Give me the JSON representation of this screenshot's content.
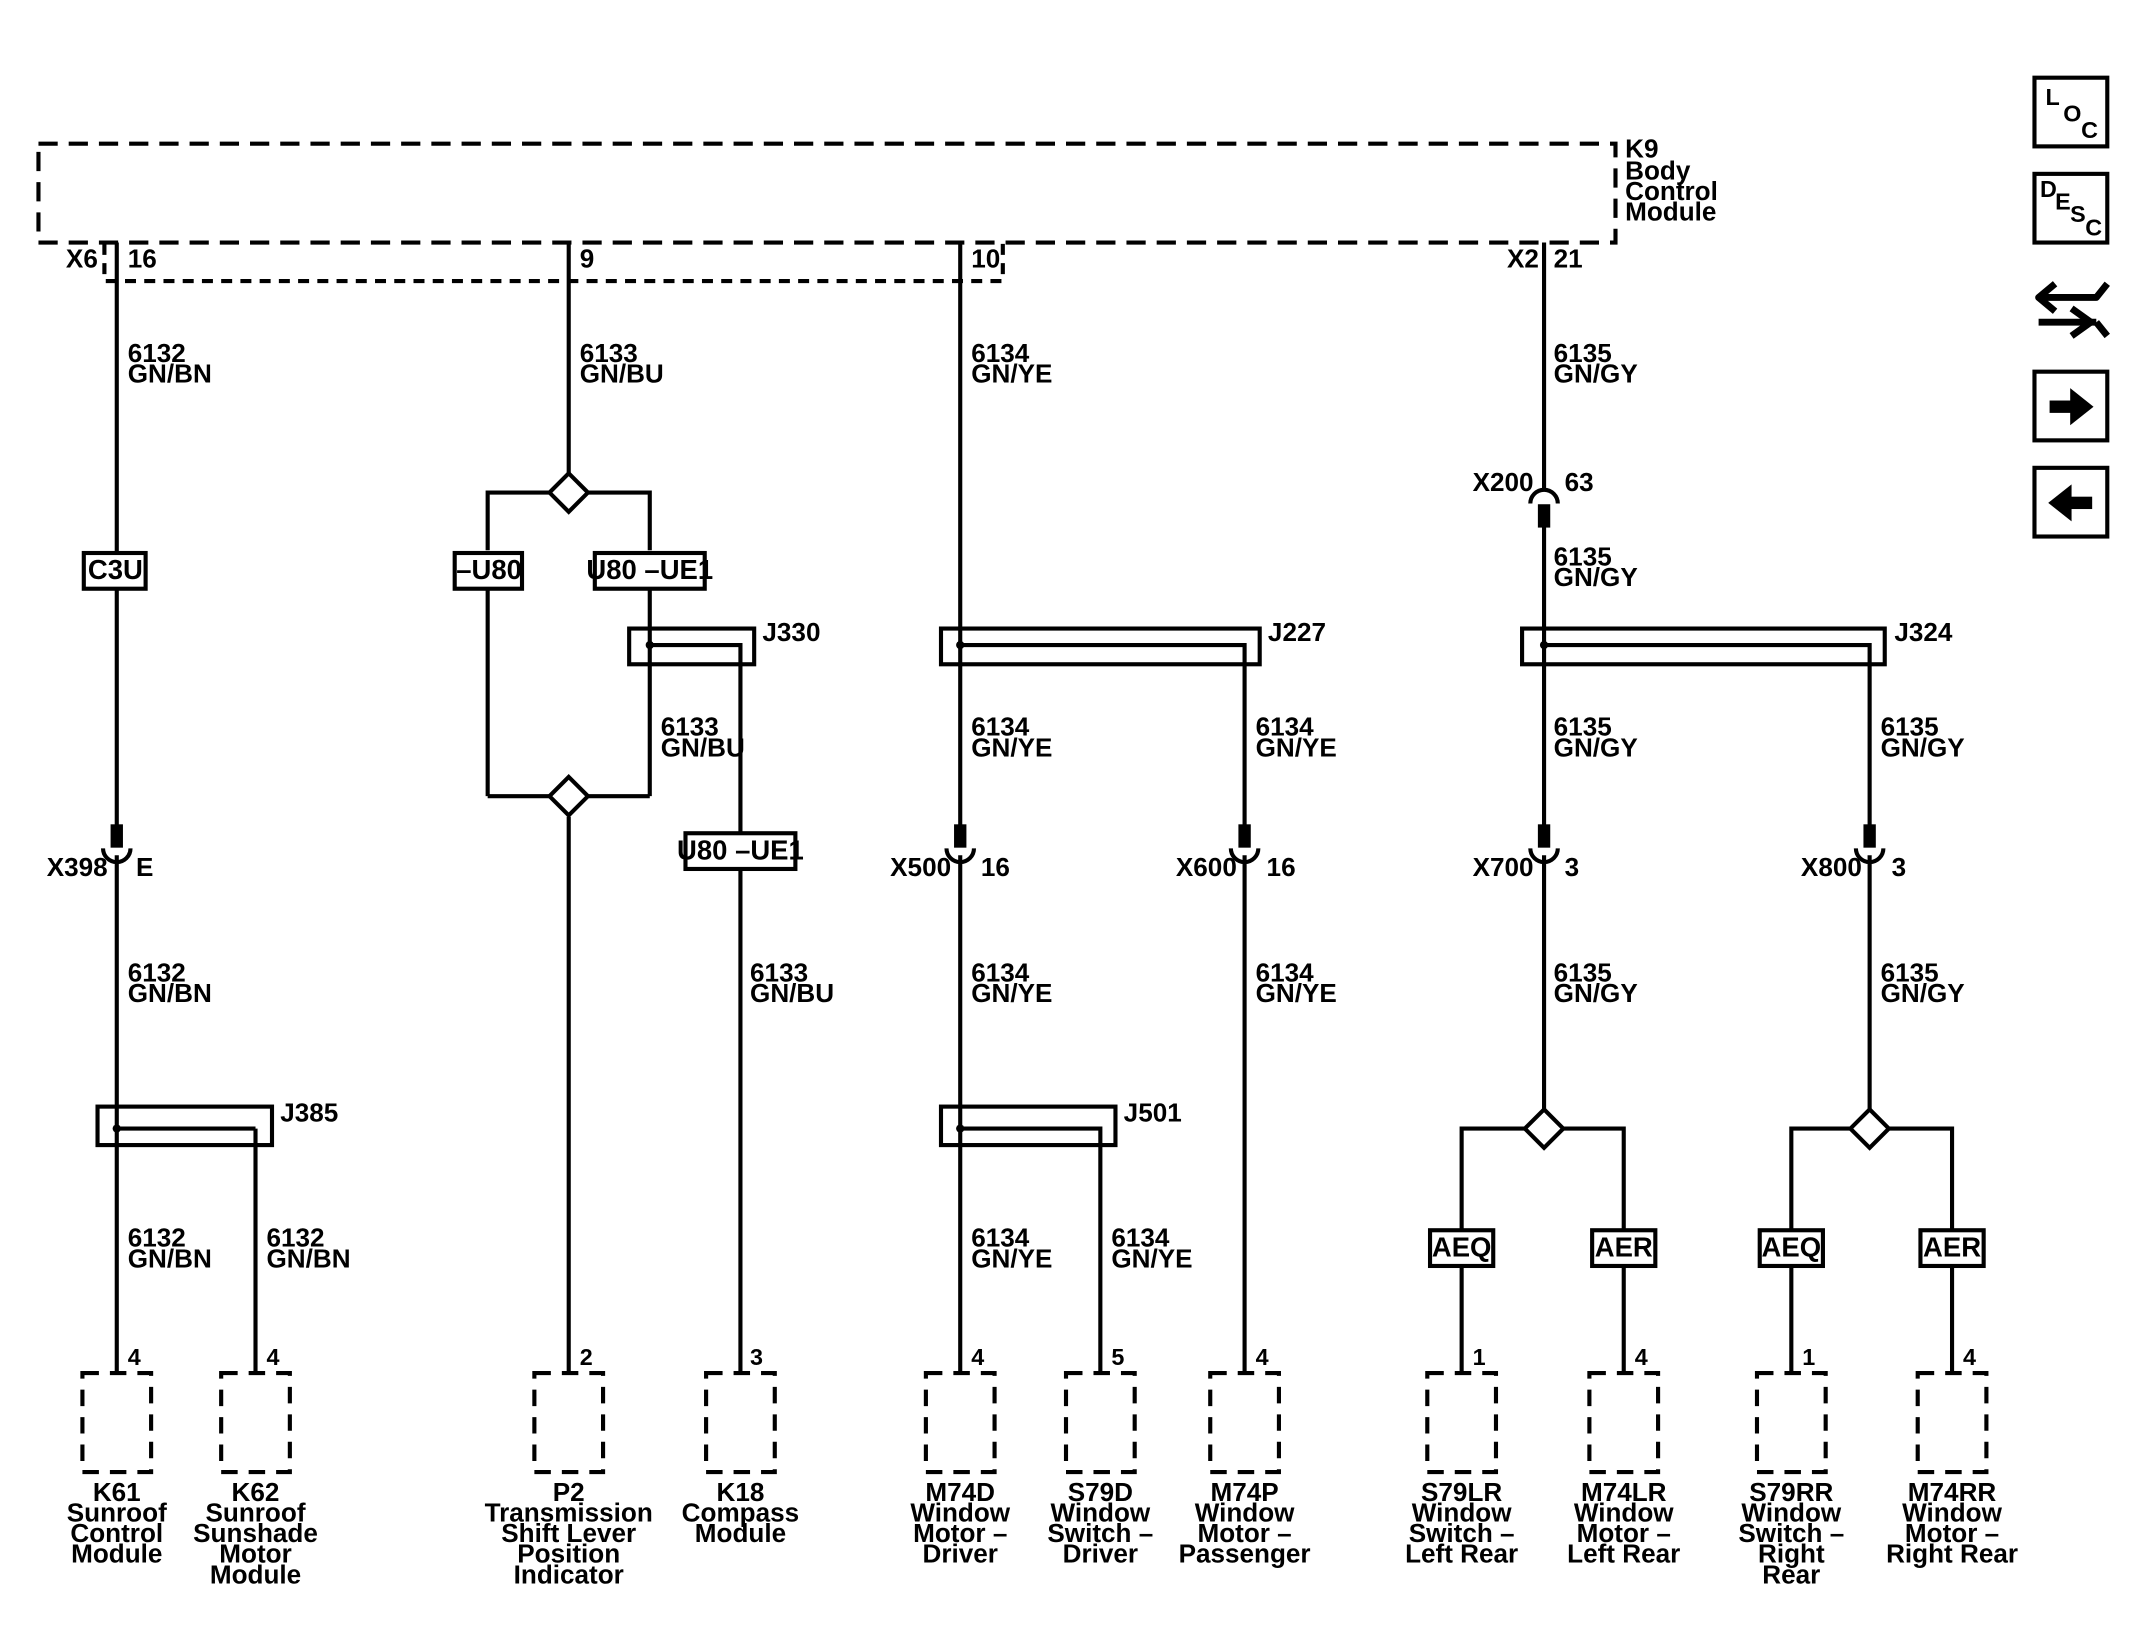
{
  "module": {
    "id": "K9",
    "name_lines": [
      "Body",
      "Control",
      "Module"
    ]
  },
  "connectors_top": {
    "x6": "X6",
    "x2": "X2"
  },
  "pins_top": {
    "p16": "16",
    "p9": "9",
    "p10": "10",
    "p21": "21"
  },
  "wires": {
    "w6132": {
      "num": "6132",
      "color": "GN/BN"
    },
    "w6133": {
      "num": "6133",
      "color": "GN/BU"
    },
    "w6134": {
      "num": "6134",
      "color": "GN/YE"
    },
    "w6135": {
      "num": "6135",
      "color": "GN/GY"
    }
  },
  "option_boxes": {
    "c3u": "C3U",
    "not_u80": "–U80",
    "u80_ue1": "U80 –UE1",
    "aeq": "AEQ",
    "aer": "AER"
  },
  "splices": {
    "j330": "J330",
    "j227": "J227",
    "j324": "J324",
    "j385": "J385",
    "j501": "J501"
  },
  "inline_connectors": {
    "x200": {
      "name": "X200",
      "pin": "63"
    },
    "x398": {
      "name": "X398",
      "pin": "E"
    },
    "x500": {
      "name": "X500",
      "pin": "16"
    },
    "x600": {
      "name": "X600",
      "pin": "16"
    },
    "x700": {
      "name": "X700",
      "pin": "3"
    },
    "x800": {
      "name": "X800",
      "pin": "3"
    }
  },
  "components": [
    {
      "pin": "4",
      "lines": [
        "K61",
        "Sunroof",
        "Control",
        "Module"
      ]
    },
    {
      "pin": "4",
      "lines": [
        "K62",
        "Sunroof",
        "Sunshade",
        "Motor",
        "Module"
      ]
    },
    {
      "pin": "2",
      "lines": [
        "P2",
        "Transmission",
        "Shift Lever",
        "Position",
        "Indicator"
      ]
    },
    {
      "pin": "3",
      "lines": [
        "K18",
        "Compass",
        "Module"
      ]
    },
    {
      "pin": "4",
      "lines": [
        "M74D",
        "Window",
        "Motor –",
        "Driver"
      ]
    },
    {
      "pin": "5",
      "lines": [
        "S79D",
        "Window",
        "Switch –",
        "Driver"
      ]
    },
    {
      "pin": "4",
      "lines": [
        "M74P",
        "Window",
        "Motor –",
        "Passenger"
      ]
    },
    {
      "pin": "1",
      "lines": [
        "S79LR",
        "Window",
        "Switch –",
        "Left Rear"
      ]
    },
    {
      "pin": "4",
      "lines": [
        "M74LR",
        "Window",
        "Motor –",
        "Left Rear"
      ]
    },
    {
      "pin": "1",
      "lines": [
        "S79RR",
        "Window",
        "Switch –",
        "Right",
        "Rear"
      ]
    },
    {
      "pin": "4",
      "lines": [
        "M74RR",
        "Window",
        "Motor –",
        "Right Rear"
      ]
    }
  ],
  "nav": {
    "loc": [
      "L",
      "O",
      "C"
    ],
    "desc": [
      "D",
      "E",
      "S",
      "C"
    ],
    "icons": [
      "connector-tool-icon",
      "arrow-right-icon",
      "arrow-left-icon"
    ]
  }
}
